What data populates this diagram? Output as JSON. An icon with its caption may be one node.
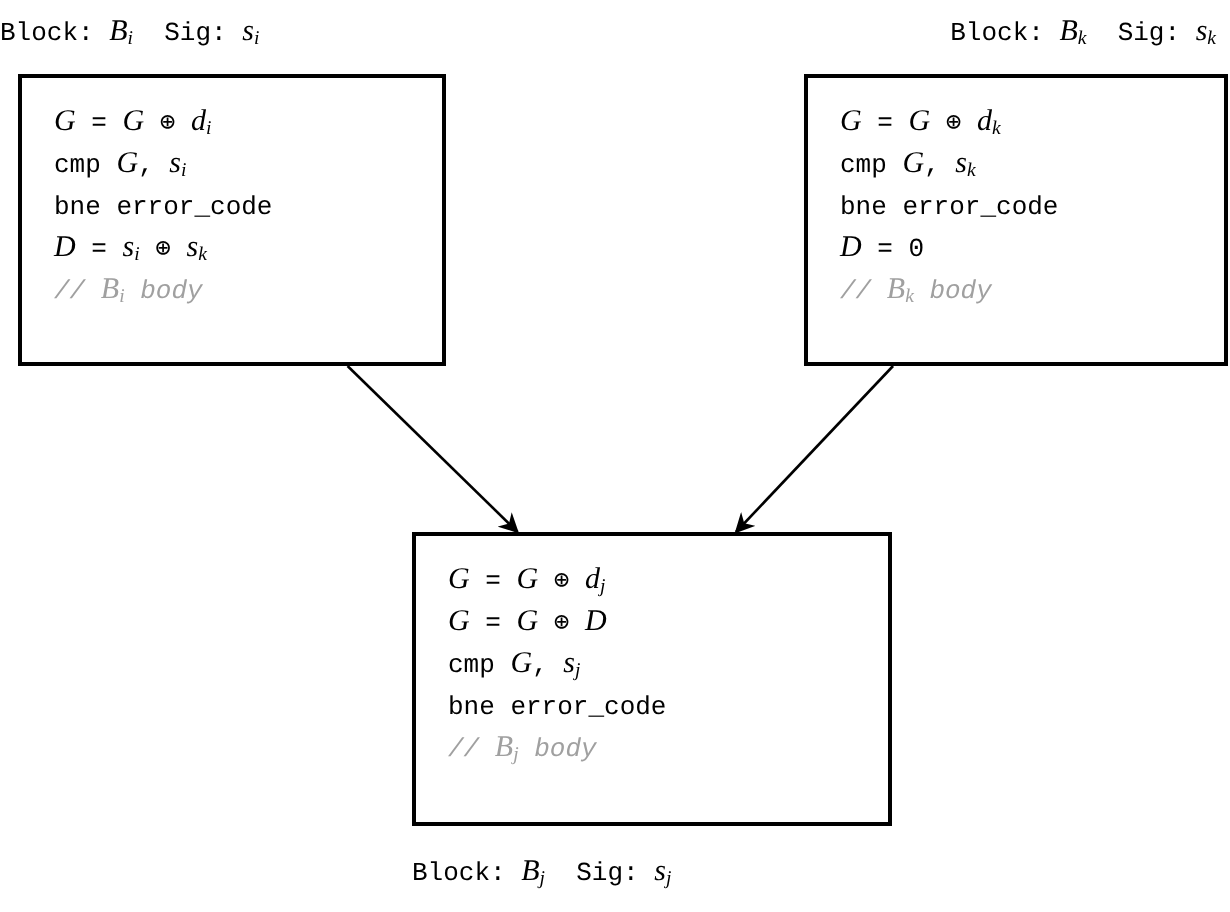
{
  "diagram": {
    "nodes": [
      {
        "text": [
          "Block: *B*$_{i}$ Sig: *s*$_{i}$",
          "*G* = *G* ⊕ *d*$_{i}$",
          "cmp *G*, *s*$_{i}$",
          "bne error_code",
          "*D* = *s*$_{i}$ ⊕ *s*$_{k}$",
          "// *B*$_{i}$ body"
        ]
      },
      {
        "text": [
          "Block: *B*$_{k}$ Sig: *s*$_{k}$",
          "*G* = *G* ⊕ *d*$_{k}$",
          "cmp *G*, *s*$_{k}$",
          "bne error_code",
          "*D* = 0",
          "// *B*$_{k}$ body"
        ]
      },
      {
        "text": [
          "*G* = *G* ⊕ *d*$_{j}$",
          "*G* = *G* ⊕ *D*",
          "cmp *G*, *s*$_{j}$",
          "bne error_code",
          "// *B*$_{j}$ body",
          "Block: *B*$_{j}$ Sig: *s*$_{j}$"
        ]
      }
    ],
    "edges": [
      {
        "from": 0,
        "to": 2,
        "arrow": "to"
      },
      {
        "from": 1,
        "to": 2,
        "arrow": "to"
      }
    ]
  }
}
